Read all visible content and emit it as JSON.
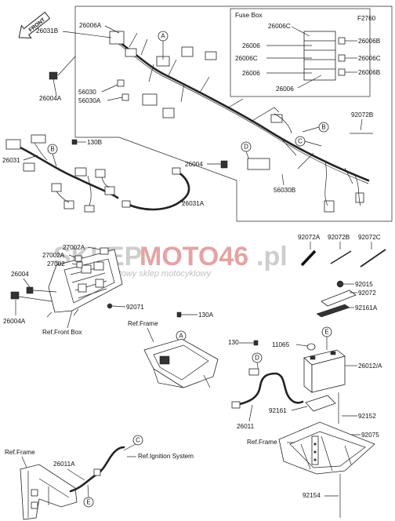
{
  "diagram_id": "F2760",
  "fuse_box": {
    "title": "Fuse Box"
  },
  "front_arrow": "FRONT",
  "watermark": {
    "main_a": "SKLEP",
    "main_b": "MOTO46",
    "main_c": ".pl",
    "sub": "internetowy sklep motocyklowy",
    "colors": {
      "grey": "#c9c9c9",
      "red": "#e39a9a"
    }
  },
  "circles": {
    "A": "A",
    "B": "B",
    "C": "C",
    "D": "D",
    "E": "E"
  },
  "parts": {
    "p26006A": "26006A",
    "p26031B": "26031B",
    "p26004A_top": "26004A",
    "p56030": "56030",
    "p56030A": "56030A",
    "p26006C_fb": "26006C",
    "p26006_fb1": "26006",
    "p26006C_fb2": "26006C",
    "p26006_fb3": "26006",
    "p26006_fb4": "26006",
    "p26006B_r1": "26006B",
    "p26006C_r2": "26006C",
    "p26006B_r3": "26006B",
    "p92072B_top": "92072B",
    "p130B": "130B",
    "p26031": "26031",
    "p26004_mid": "26004",
    "p56030B": "56030B",
    "p26031A": "26031A",
    "p92072A": "92072A",
    "p92072B": "92072B",
    "p92072C": "92072C",
    "p27002A_1": "27002A",
    "p27002A_2": "27002A",
    "p27002": "27002",
    "p26004_left": "26004",
    "p26004A_left": "26004A",
    "p92071": "92071",
    "p92015": "92015",
    "p92072": "92072",
    "p92161A": "92161A",
    "p130A": "130A",
    "p130": "130",
    "p11065": "11065",
    "p26012A": "26012/A",
    "p92161": "92161",
    "p26011": "26011",
    "p92152": "92152",
    "p92075": "92075",
    "p26011A": "26011A",
    "p92154": "92154"
  },
  "refs": {
    "front_box": "Ref.Front Box",
    "frame_mid": "Ref.Frame",
    "frame_left": "Ref.Frame",
    "ignition": "Ref.Ignition System",
    "frame_right": "Ref.Frame"
  }
}
